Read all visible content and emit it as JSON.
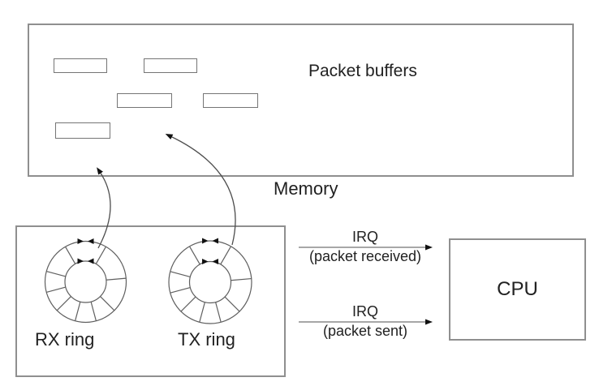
{
  "diagram": {
    "memory": {
      "buffers_label": "Packet buffers",
      "label": "Memory",
      "buffer_count": 5
    },
    "nic": {
      "rx_ring_label": "RX ring",
      "tx_ring_label": "TX ring"
    },
    "cpu": {
      "label": "CPU"
    },
    "irq_received": {
      "label": "IRQ",
      "detail": "(packet received)"
    },
    "irq_sent": {
      "label": "IRQ",
      "detail": "(packet sent)"
    }
  },
  "colors": {
    "background": "#ffffff",
    "box_border": "#8f8f8f",
    "buffer_border": "#757575",
    "ring_stroke": "#5f5f5f",
    "arrow_line": "#4d4d4d",
    "irq_line": "#8a8a8a",
    "arrowhead": "#111111",
    "text": "#212121"
  }
}
